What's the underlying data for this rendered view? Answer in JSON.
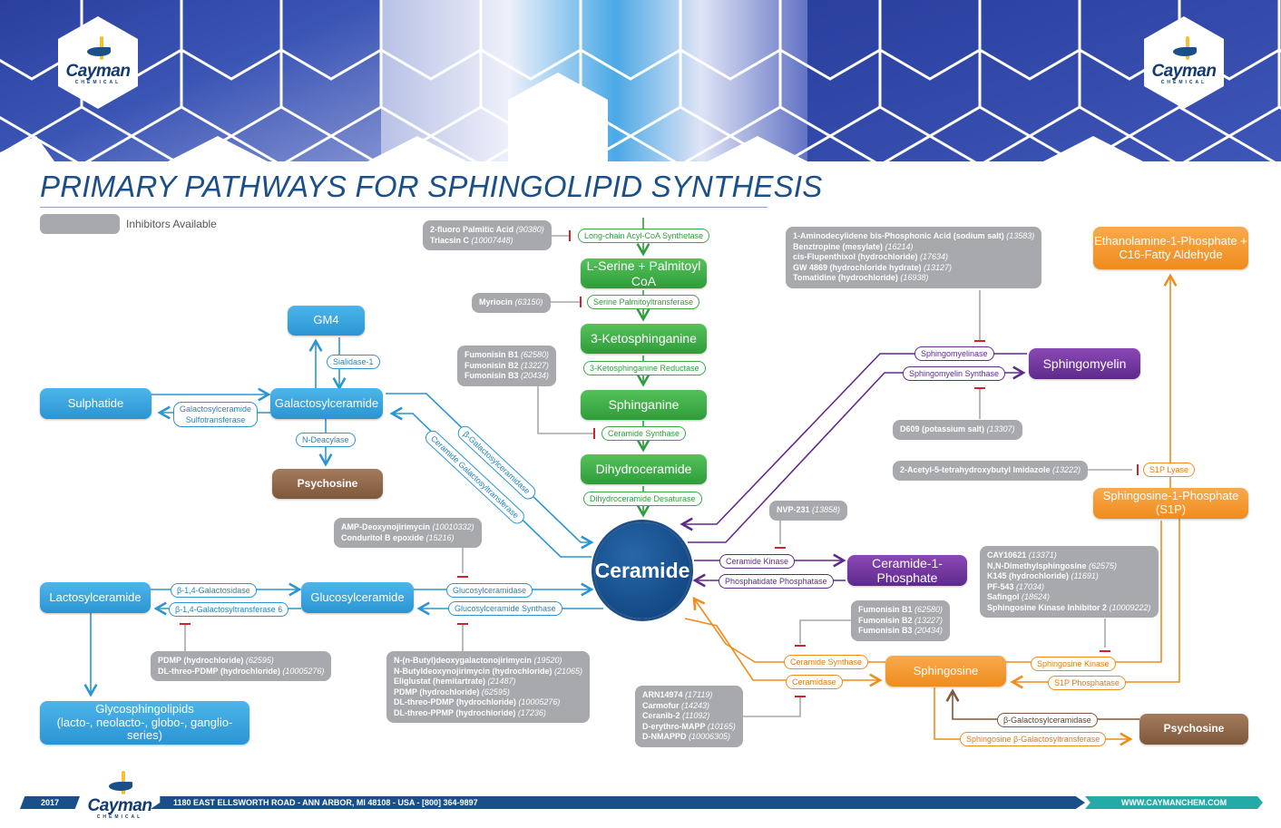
{
  "brand": {
    "name": "Cayman",
    "subtitle": "CHEMICAL"
  },
  "title": "PRIMARY PATHWAYS FOR SPHINGOLIPID SYNTHESIS",
  "legend": {
    "label": "Inhibitors Available",
    "swatch_color": "#a7a9ac"
  },
  "colors": {
    "de_novo_green": "#2e9d3a",
    "glyco_blue": "#2b95d3",
    "phospho_purple": "#5f2a8c",
    "salvage_orange": "#f08c1c",
    "psychosine_brown": "#7e583c",
    "ceramide_navy": "#0b3e78",
    "inhibitor_gray": "#a7a9ac",
    "inhibition_red": "#d1232a"
  },
  "metabolites": {
    "serine_palmitoyl": "L-Serine + Palmitoyl CoA",
    "ketosphinganine": "3-Ketosphinganine",
    "sphinganine": "Sphinganine",
    "dihydroceramide": "Dihydroceramide",
    "ceramide": "Ceramide",
    "gm4": "GM4",
    "sulphatide": "Sulphatide",
    "galactosylceramide": "Galactosylceramide",
    "psychosine_left": "Psychosine",
    "lactosylceramide": "Lactosylceramide",
    "glucosylceramide": "Glucosylceramide",
    "glycosphingolipids_line1": "Glycosphingolipids",
    "glycosphingolipids_line2": "(lacto-, neolacto-, globo-, ganglio-series)",
    "sphingomyelin": "Sphingomyelin",
    "ceramide_1_phosphate": "Ceramide-1-Phosphate",
    "ethanolamine_line1": "Ethanolamine-1-Phosphate +",
    "ethanolamine_line2": "C16-Fatty Aldehyde",
    "s1p": "Sphingosine-1-Phosphate (S1P)",
    "sphingosine": "Sphingosine",
    "psychosine_right": "Psychosine"
  },
  "enzymes": {
    "long_chain_acyl": "Long-chain Acyl-CoA Synthetase",
    "serine_palmitoyltransferase": "Serine Palmitoyltransferase",
    "ketosphinganine_reductase": "3-Ketosphinganine Reductase",
    "ceramide_synthase_denovo": "Ceramide Synthase",
    "dihydroceramide_desaturase": "Dihydroceramide Desaturase",
    "sialidase": "Sialidase-1",
    "galcer_sulfotransferase_1": "Galactosylceramide",
    "galcer_sulfotransferase_2": "Sulfotransferase",
    "n_deacylase": "N-Deacylase",
    "beta_galactosylceramidase": "β-Galactosylceramidase",
    "ceramide_galactosyltransferase": "Ceramide Galactosyltransferase",
    "b14_galactosidase": "β-1,4-Galactosidase",
    "b14_galactosyltransferase": "β-1,4-Galactosyltransferase 6",
    "glucosylceramidase": "Glucosylceramidase",
    "glucosylceramide_synthase": "Glucosylceramide Synthase",
    "sphingomyelinase": "Sphingomyelinase",
    "sphingomyelin_synthase": "Sphingomyelin Synthase",
    "ceramide_kinase": "Ceramide Kinase",
    "phosphatidate_phosphatase": "Phosphatidate Phosphatase",
    "s1p_lyase": "S1P Lyase",
    "ceramide_synthase_salvage": "Ceramide Synthase",
    "ceramidase": "Ceramidase",
    "sphingosine_kinase": "Sphingosine Kinase",
    "s1p_phosphatase": "S1P Phosphatase",
    "beta_galactosylceramidase_right": "β-Galactosylceramidase",
    "sphingosine_galactosyltransferase": "Sphingosine β-Galactosyltransferase"
  },
  "inhibitors": {
    "acyl_coa": [
      {
        "name": "2-fluoro Palmitic Acid",
        "cat": "(90380)"
      },
      {
        "name": "Triacsin C",
        "cat": "(10007448)"
      }
    ],
    "spt": [
      {
        "name": "Myriocin",
        "cat": "(63150)"
      }
    ],
    "cers_denovo": [
      {
        "name": "Fumonisin B1",
        "cat": "(62580)"
      },
      {
        "name": "Fumonisin B2",
        "cat": "(13227)"
      },
      {
        "name": "Fumonisin B3",
        "cat": "(20434)"
      }
    ],
    "smase": [
      {
        "name": "1-Aminodecylidene bis-Phosphonic Acid (sodium salt)",
        "cat": "(13583)"
      },
      {
        "name": "Benztropine (mesylate)",
        "cat": "(16214)"
      },
      {
        "name": "cis-Flupenthixol (hydrochloride)",
        "cat": "(17634)"
      },
      {
        "name": "GW 4869 (hydrochloride hydrate)",
        "cat": "(13127)"
      },
      {
        "name": "Tomatidine (hydrochloride)",
        "cat": "(16938)"
      }
    ],
    "sms": [
      {
        "name": "D609 (potassium salt)",
        "cat": "(13307)"
      }
    ],
    "s1p_lyase": [
      {
        "name": "2-Acetyl-5-tetrahydroxybutyl Imidazole",
        "cat": "(13222)"
      }
    ],
    "cerk": [
      {
        "name": "NVP-231",
        "cat": "(13858)"
      }
    ],
    "gcase": [
      {
        "name": "AMP-Deoxynojirimycin",
        "cat": "(10010332)"
      },
      {
        "name": "Conduritol B epoxide",
        "cat": "(15216)"
      }
    ],
    "sphk": [
      {
        "name": "CAY10621",
        "cat": "(13371)"
      },
      {
        "name": "N,N-Dimethylsphingosine",
        "cat": "(62575)"
      },
      {
        "name": "K145 (hydrochloride)",
        "cat": "(11691)"
      },
      {
        "name": "PF-543",
        "cat": "(17034)"
      },
      {
        "name": "Safingol",
        "cat": "(18624)"
      },
      {
        "name": "Sphingosine Kinase Inhibitor 2",
        "cat": "(10009222)"
      }
    ],
    "b4galt6": [
      {
        "name": "PDMP (hydrochloride)",
        "cat": "(62595)"
      },
      {
        "name": "DL-threo-PDMP (hydrochloride)",
        "cat": "(10005276)"
      }
    ],
    "gcs": [
      {
        "name": "N-(n-Butyl)deoxygalactonojirimycin",
        "cat": "(19520)"
      },
      {
        "name": "N-Butyldeoxynojirimycin (hydrochloride)",
        "cat": "(21065)"
      },
      {
        "name": "Eliglustat (hemitartrate)",
        "cat": "(21487)"
      },
      {
        "name": "PDMP (hydrochloride)",
        "cat": "(62595)"
      },
      {
        "name": "DL-threo-PDMP (hydrochloride)",
        "cat": "(10005276)"
      },
      {
        "name": "DL-threo-PPMP (hydrochloride)",
        "cat": "(17236)"
      }
    ],
    "cers_salvage": [
      {
        "name": "Fumonisin B1",
        "cat": "(62580)"
      },
      {
        "name": "Fumonisin B2",
        "cat": "(13227)"
      },
      {
        "name": "Fumonisin B3",
        "cat": "(20434)"
      }
    ],
    "ceramidase": [
      {
        "name": "ARN14974",
        "cat": "(17119)"
      },
      {
        "name": "Carmofur",
        "cat": "(14243)"
      },
      {
        "name": "Ceranib-2",
        "cat": "(11092)"
      },
      {
        "name": "D-erythro-MAPP",
        "cat": "(10165)"
      },
      {
        "name": "D-NMAPPD",
        "cat": "(10006305)"
      }
    ]
  },
  "footer": {
    "year": "2017",
    "address": "1180 EAST ELLSWORTH ROAD  -  ANN ARBOR, MI 48108  -  USA  -  [800] 364-9897",
    "website": "WWW.CAYMANCHEM.COM"
  }
}
